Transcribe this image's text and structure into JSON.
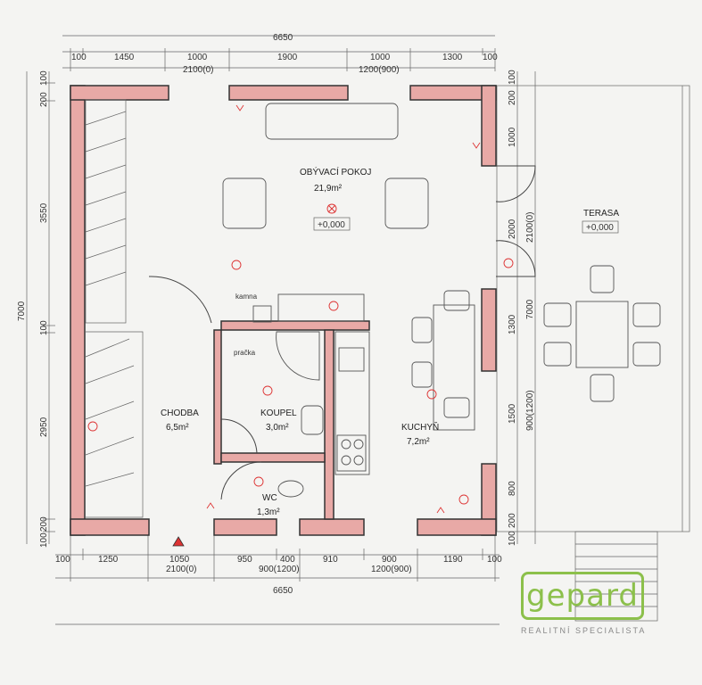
{
  "dimensions": {
    "top_outer": [
      "100",
      "1450",
      "1000",
      "1900",
      "1000",
      "1300",
      "100"
    ],
    "top_overall": "6650",
    "top_openings": [
      "2100(0)",
      "1200(900)"
    ],
    "bottom_outer": [
      "100",
      "1250",
      "1050",
      "950",
      "400",
      "910",
      "900",
      "1190",
      "100"
    ],
    "bottom_overall": "6650",
    "bottom_openings": [
      "2100(0)",
      "900(1200)",
      "1200(900)"
    ],
    "left_outer": [
      "100",
      "200",
      "3550",
      "100",
      "2950",
      "200",
      "100"
    ],
    "left_overall": "7000",
    "right_outer": [
      "100",
      "200",
      "1000",
      "2000",
      "2100(0)",
      "1300",
      "1500",
      "900(1200)",
      "800",
      "200",
      "100"
    ],
    "right_overall": "7000"
  },
  "rooms": [
    {
      "name": "OBÝVACÍ POKOJ",
      "area": "21,9m²",
      "level": "+0,000"
    },
    {
      "name": "CHODBA",
      "area": "6,5m²"
    },
    {
      "name": "KOUPEL",
      "area": "3,0m²"
    },
    {
      "name": "WC",
      "area": "1,3m²"
    },
    {
      "name": "KUCHYŇ",
      "area": "7,2m²"
    },
    {
      "name": "TERASA",
      "level": "+0,000"
    }
  ],
  "labels": {
    "fireplace": "kamna",
    "laundry": "pračka"
  },
  "logo": {
    "name": "gepard",
    "tagline": "REALITNÍ SPECIALISTA",
    "color": "#8cc04b"
  }
}
